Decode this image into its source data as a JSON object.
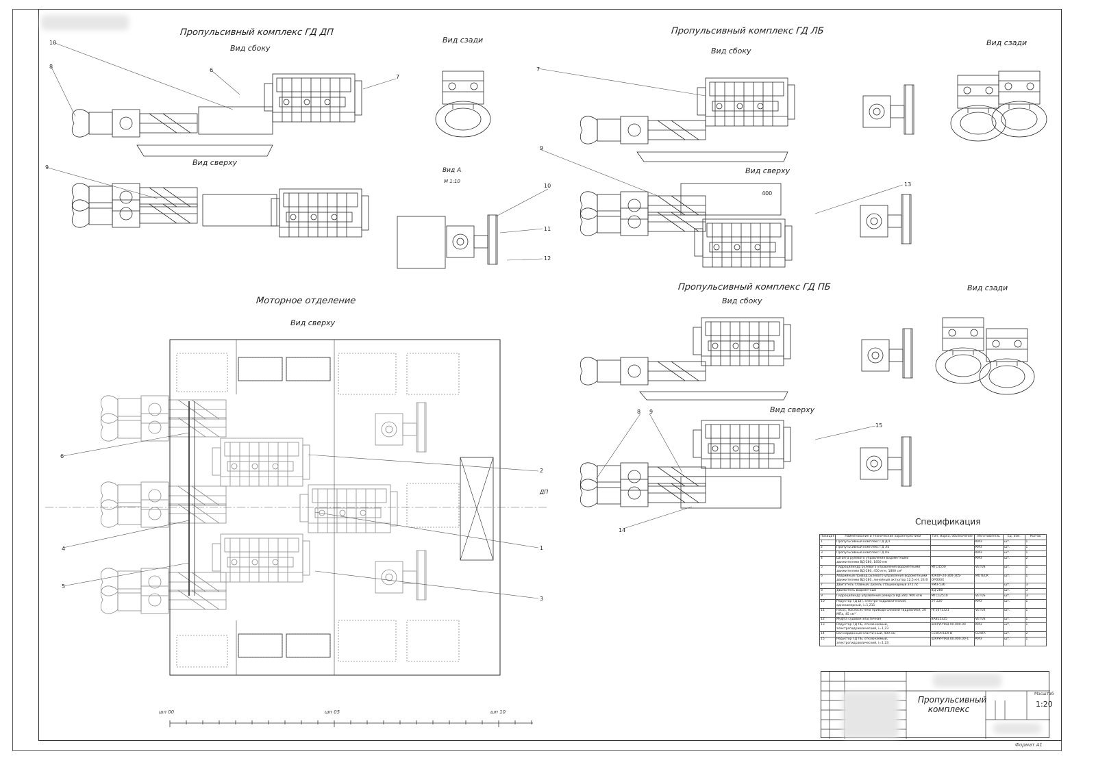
{
  "titles": {
    "dp": "Пропульсивный комплекс ГД ДП",
    "lb": "Пропульсивный комплекс ГД ЛБ",
    "pb": "Пропульсивный комплекс ГД ПБ",
    "engine_room": "Моторное отделение"
  },
  "views": {
    "side": "Вид сбоку",
    "rear": "Вид сзади",
    "top": "Вид сверху",
    "view_a": "Вид А",
    "scale_a": "М 1:10"
  },
  "centerline_label": "ДП",
  "frame_labels": [
    "шп 00",
    "шп 05",
    "шп 10"
  ],
  "callouts": {
    "dp_side": [
      "10",
      "8",
      "6",
      "7"
    ],
    "dp_top": [
      "9"
    ],
    "view_a": [
      "10",
      "11",
      "12"
    ],
    "lb_side": [
      "7"
    ],
    "lb_top": [
      "9",
      "13"
    ],
    "pb_top": [
      "8",
      "9",
      "15",
      "14"
    ],
    "engine_room": [
      "6",
      "2",
      "4",
      "1",
      "5",
      "3"
    ]
  },
  "dim_400": "400",
  "spec": {
    "title": "Спецификация",
    "headers": [
      "Позиция",
      "Наименование и технические характеристики",
      "Тип, марка, обозначение",
      "Изготовитель",
      "Ед. изм.",
      "Кол-во"
    ],
    "rows": [
      [
        "1",
        "Пропульсивный комплекс ГД ДП",
        "",
        "КМЗ",
        "шт.",
        "1"
      ],
      [
        "2",
        "Пропульсивный комплекс ГД ЛБ",
        "",
        "КМЗ",
        "шт.",
        "1"
      ],
      [
        "3",
        "Пропульсивный комплекс ГД ПБ",
        "",
        "КМЗ",
        "шт.",
        "1"
      ],
      [
        "4",
        "Штанга рулевого управления водометными движителями ВД-280, 1850 мм",
        "",
        "КМЗ",
        "шт.",
        "2"
      ],
      [
        "5",
        "Гидроцилиндр рулевого управления водометными движителями ВД-280, 450 кгм, 1800 см³",
        "МТС4550",
        "VETUS",
        "шт.",
        "1"
      ],
      [
        "6",
        "Аварийный привод рулевого управления водометными движителями ВД-280, линейный актуатор 12,5 кН, 24 В",
        "ЮКОР-24-300-305-ОРО00Х",
        "МОТЕСК",
        "шт.",
        "1"
      ],
      [
        "7",
        "Двигатель главный, дизель стационарный 372 лс",
        "ЯМЗ-536",
        "",
        "шт.",
        "3"
      ],
      [
        "8",
        "Движитель водометный",
        "ВД-280",
        "",
        "шт.",
        "3"
      ],
      [
        "9",
        "Гидроцилиндр управления реверса ВД-280, 900 кгм",
        "МТС12510",
        "VETUS",
        "шт.",
        "3"
      ],
      [
        "10",
        "Редуктор ГД ДП, электро-гидравлический, однокамерный, i=1,211",
        "ЭТ-220",
        "КМЗ",
        "шт.",
        "1"
      ],
      [
        "11",
        "Насос, маслосистема привода силовой гидравлики, 20 МПа, 45 см³",
        "НГ10Т1321",
        "VETUS",
        "шт.",
        "1"
      ],
      [
        "12",
        "Муфта судовая эластичная",
        "ВА815325",
        "VETUS",
        "шт.",
        "1"
      ],
      [
        "13",
        "Редуктор ГД ЛБ, отключаемый, электрогидравлический, i=1,23",
        "ШКРУРЛКВ.00.000.00",
        "КМЗ",
        "шт.",
        "1"
      ],
      [
        "14",
        "Вал карданный эластичный, 400 мм",
        "CENTAFLEX D",
        "CENTA",
        "шт.",
        "2"
      ],
      [
        "15",
        "Редуктор ГД ПБ, отключаемый, электрогидравлический, i=1,23",
        "ШКРУРЛКВ.00.000.00-1",
        "КМЗ",
        "шт.",
        "1"
      ]
    ]
  },
  "title_block": {
    "name_line1": "Пропульсивный",
    "name_line2": "комплекс",
    "scale_label": "Масштаб",
    "scale_value": "1:20",
    "format": "Формат А1"
  },
  "colors": {
    "line": "#2a2a2a",
    "faint": "#8a8a8a",
    "paper": "#ffffff"
  }
}
